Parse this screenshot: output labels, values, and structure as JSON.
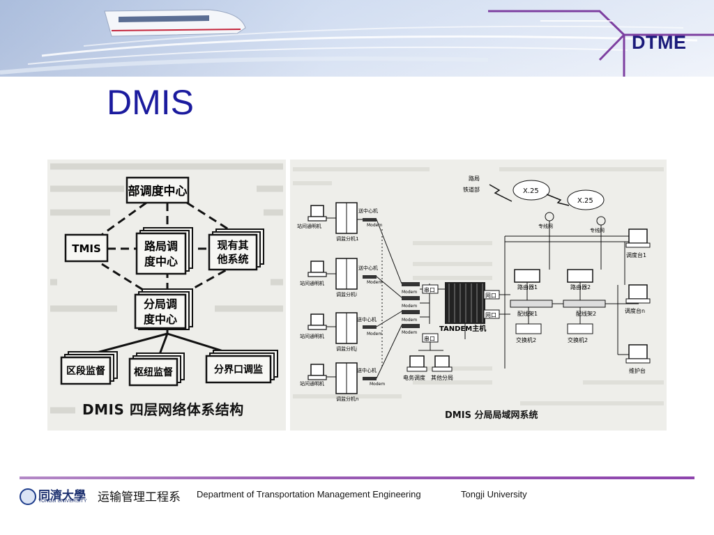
{
  "header": {
    "brand": "DTME",
    "illustration": "high-speed-train-icon"
  },
  "title": "DMIS",
  "diagram_left": {
    "caption": "DMIS 四层网络体系结构",
    "nodes": {
      "ministry": "部调度中心",
      "tmis": "TMIS",
      "bureau": [
        "路局调",
        "度中心"
      ],
      "other": [
        "现有其",
        "他系统"
      ],
      "sub_bureau": [
        "分局调",
        "度中心"
      ],
      "section": "区段监督",
      "hub": "枢纽监督",
      "boundary": "分界口调监"
    }
  },
  "diagram_right": {
    "caption": "DMIS 分局局域网系统",
    "stations": [
      {
        "terminal": "站间通明机",
        "cabinet": "调监分机1",
        "relay": "送中心机",
        "modem": "Modem"
      },
      {
        "terminal": "站间通明机",
        "cabinet": "调监分机i",
        "relay": "送中心机",
        "modem": "Modem"
      },
      {
        "terminal": "站间通明机",
        "cabinet": "调监分机j",
        "relay": "送中心机",
        "modem": "Modem"
      },
      {
        "terminal": "站间通明机",
        "cabinet": "调监分机n",
        "relay": "送中心机",
        "modem": "Modem"
      }
    ],
    "modem_rack": [
      "Modem",
      "Modem",
      "Modem",
      "Modem"
    ],
    "serial_port": "串口",
    "serial_port_bottom": "串口",
    "net_port_1": "网口",
    "net_port_2": "网口",
    "host": "TANDEM主机",
    "bureau_line": [
      "路局",
      "铁道部"
    ],
    "x25_1": "X.25",
    "x25_2": "X.25",
    "dedicated_1": "专线网",
    "dedicated_2": "专线网",
    "router_1": "路由器1",
    "router_2": "路由器2",
    "patch_1": "配线架1",
    "patch_2": "配线架2",
    "switch_1": "交换机2",
    "switch_2": "交换机2",
    "desk_1": "调度台1",
    "desk_n": "调度台n",
    "maint": "维护台",
    "electric_dispatch": "电务调度",
    "other_bureau": "其他分局"
  },
  "footer": {
    "university_cn": "同濟大學",
    "university_en": "TONGJI UNIVERSITY",
    "department_cn": "运输管理工程系",
    "department_en": "Department of Transportation Management Engineering",
    "university_name": "Tongji University"
  },
  "colors": {
    "title": "#1b1b9e",
    "brand": "#1a1a7a",
    "accent_line": "#8e44ad"
  }
}
